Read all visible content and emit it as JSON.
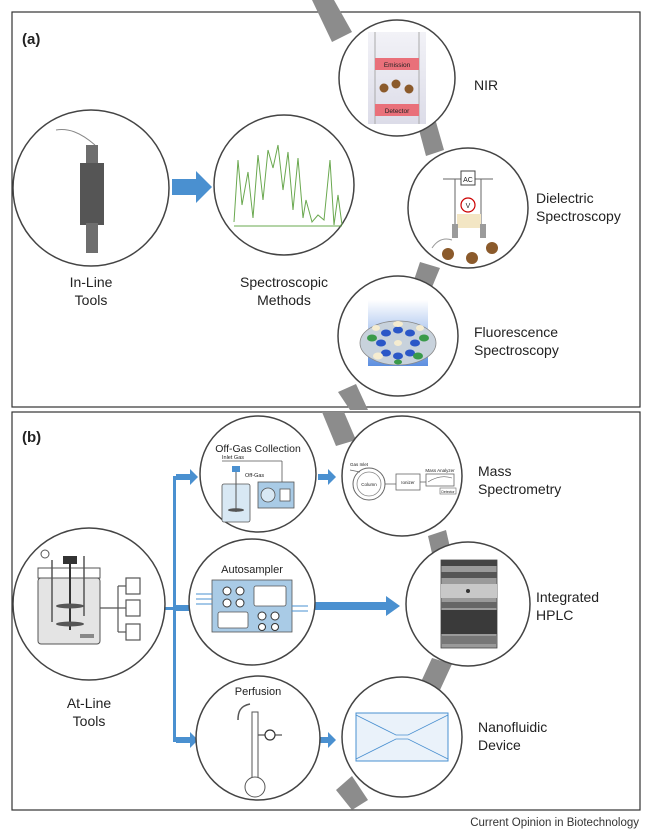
{
  "panel_a": {
    "label": "(a)",
    "inline_tools": [
      "In-Line",
      "Tools"
    ],
    "spectroscopic_methods": [
      "Spectroscopic",
      "Methods"
    ],
    "nir": {
      "title": "NIR",
      "emission": "Emission",
      "detector": "Detector"
    },
    "dielectric": {
      "title": [
        "Dielectric",
        "Spectroscopy"
      ],
      "ac": "AC",
      "v": "V"
    },
    "fluorescence": {
      "title": [
        "Fluorescence",
        "Spectroscopy"
      ]
    }
  },
  "panel_b": {
    "label": "(b)",
    "atline_tools": [
      "At-Line",
      "Tools"
    ],
    "offgas": {
      "title": "Off-Gas Collection",
      "inlet": "Inlet Gas",
      "offgas": "Off-Gas"
    },
    "autosampler": {
      "title": "Autosampler"
    },
    "perfusion": {
      "title": "Perfusion"
    },
    "mass_spec": {
      "title": [
        "Mass",
        "Spectrometry"
      ],
      "gas_inlet": "Gas Inlet",
      "column": "Column",
      "ionizer": "Ionizer",
      "analyzer": "Mass Analyzer",
      "detector": "Detector"
    },
    "hplc": {
      "title": [
        "Integrated",
        "HPLC"
      ]
    },
    "nanofluidic": {
      "title": [
        "Nanofluidic",
        "Device"
      ]
    }
  },
  "footer": "Current Opinion in Biotechnology",
  "colors": {
    "arrow": "#4a90d0",
    "track": "#8c8c8c",
    "spectrum": "#6aa84f",
    "emission": "#e9707a",
    "particle": "#8b5a2b"
  }
}
